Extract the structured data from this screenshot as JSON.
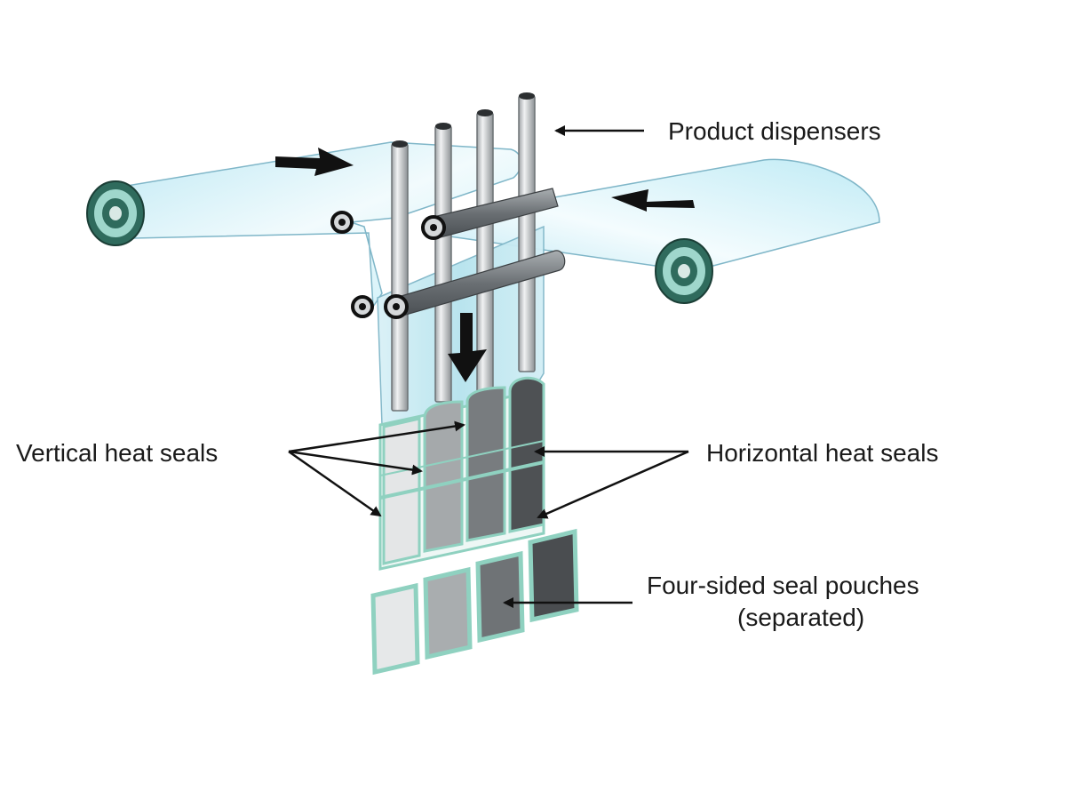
{
  "labels": {
    "product_dispensers": "Product dispensers",
    "vertical_heat_seals": "Vertical heat seals",
    "horizontal_heat_seals": "Horizontal heat seals",
    "pouches_line1": "Four-sided seal pouches",
    "pouches_line2": "(separated)"
  },
  "colors": {
    "film": "#cfeef6",
    "film_edge": "#7fb6c8",
    "roll_core": "#2f6b5d",
    "dispenser": "#b8bcbf",
    "guide_roller": "#6f7478",
    "seal_edge": "#8fd1c0",
    "arrow": "#111111"
  },
  "pouch_shades": [
    "#e6e8e9",
    "#a9adaf",
    "#6f7376",
    "#4a4d50"
  ]
}
